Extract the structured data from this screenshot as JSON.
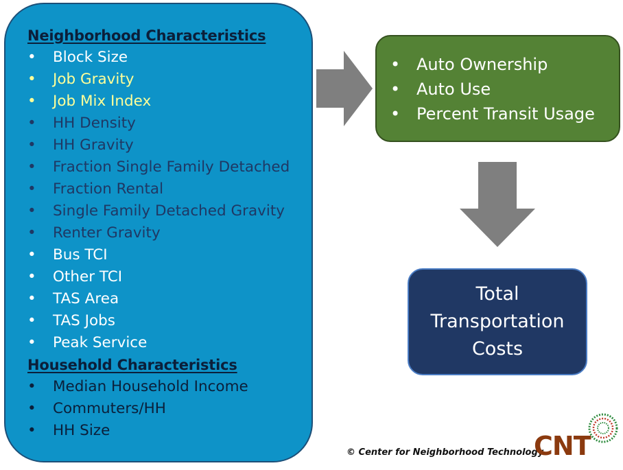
{
  "colors": {
    "left_panel": "#0e93c8",
    "outcome_box": "#548235",
    "total_box": "#203864",
    "arrow": "#7f7f7f",
    "text_white": "#ffffff",
    "text_yellow": "#ffff99",
    "text_dark_blue": "#1f3864",
    "heading_text": "#0b1f3a",
    "logo_brown": "#8b3a0f",
    "logo_green": "#2e8b3e",
    "logo_red": "#c0392b"
  },
  "neighborhood": {
    "heading": "Neighborhood Characteristics",
    "items": [
      {
        "label": "Block Size",
        "tone": "white"
      },
      {
        "label": "Job Gravity",
        "tone": "yellow"
      },
      {
        "label": "Job Mix Index",
        "tone": "yellow"
      },
      {
        "label": "HH Density",
        "tone": "dark"
      },
      {
        "label": "HH Gravity",
        "tone": "dark"
      },
      {
        "label": "Fraction Single Family Detached",
        "tone": "dark"
      },
      {
        "label": "Fraction Rental",
        "tone": "dark"
      },
      {
        "label": "Single Family Detached Gravity",
        "tone": "dark"
      },
      {
        "label": "Renter Gravity",
        "tone": "dark"
      },
      {
        "label": "Bus TCI",
        "tone": "white"
      },
      {
        "label": "Other TCI",
        "tone": "white"
      },
      {
        "label": "TAS Area",
        "tone": "white"
      },
      {
        "label": "TAS Jobs",
        "tone": "white"
      },
      {
        "label": "Peak Service",
        "tone": "white"
      }
    ]
  },
  "household": {
    "heading": "Household Characteristics",
    "items": [
      {
        "label": "Median Household Income",
        "tone": "black"
      },
      {
        "label": "Commuters/HH",
        "tone": "black"
      },
      {
        "label": "HH Size",
        "tone": "black"
      }
    ]
  },
  "outcomes": {
    "items": [
      "Auto Ownership",
      "Auto Use",
      "Percent Transit Usage"
    ]
  },
  "total": {
    "lines": [
      "Total",
      "Transportation",
      "Costs"
    ]
  },
  "bullet_glyph": "•",
  "footer": {
    "copyright": "© Center for Neighborhood Technology",
    "logo": "CNT"
  }
}
